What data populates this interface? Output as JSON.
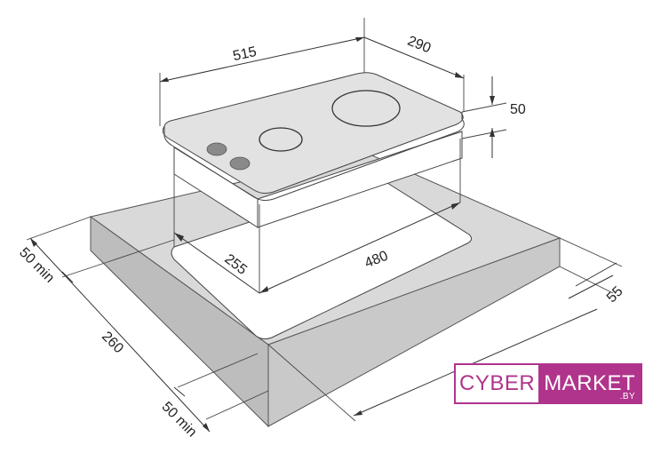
{
  "dimensions": {
    "hob_width": "515",
    "hob_depth": "290",
    "hob_height": "50",
    "cutout_width": "480",
    "cutout_depth": "255",
    "front_clearance": "50 min",
    "cutout_offset": "260",
    "back_clearance": "50 min",
    "worktop_thickness": "55"
  },
  "logo": {
    "left": "CYBER",
    "right": "MARKET",
    "suffix": ".BY"
  },
  "colors": {
    "worktop_top": "#d9d9d9",
    "worktop_front": "#bdbdbd",
    "worktop_side": "#c9c9c9",
    "hob_glass": "#e2e2e2",
    "knob": "#8a8a8a",
    "brand": "#b0348b"
  }
}
